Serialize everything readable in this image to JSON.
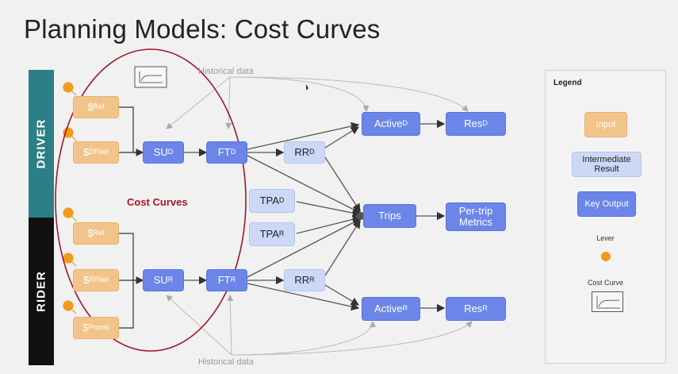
{
  "slide": {
    "title": "Planning Models: Cost Curves"
  },
  "bands": {
    "driver": "DRIVER",
    "rider": "RIDER"
  },
  "inputs": {
    "driver_ref": {
      "main": "$",
      "sub": "Ref"
    },
    "driver_dpaid": {
      "main": "$",
      "sub": "DPaid"
    },
    "rider_ref": {
      "main": "$",
      "sub": "Ref"
    },
    "rider_rpaid": {
      "main": "$",
      "sub": "RPaid"
    },
    "rider_promo": {
      "main": "$",
      "sub": "Promo"
    }
  },
  "nodes": {
    "su_d": {
      "main": "SU",
      "sub": "D"
    },
    "ft_d": {
      "main": "FT",
      "sub": "D"
    },
    "su_r": {
      "main": "SU",
      "sub": "R"
    },
    "ft_r": {
      "main": "FT",
      "sub": "R"
    },
    "rr_d": {
      "main": "RR",
      "sub": "D"
    },
    "rr_r": {
      "main": "RR",
      "sub": "R"
    },
    "tpa_d": {
      "main": "TPA",
      "sub": "D"
    },
    "tpa_r": {
      "main": "TPA",
      "sub": "R"
    },
    "active_d": {
      "main": "Active",
      "sub": "D"
    },
    "active_r": {
      "main": "Active",
      "sub": "R"
    },
    "res_d": {
      "main": "Res",
      "sub": "D"
    },
    "res_r": {
      "main": "Res",
      "sub": "R"
    },
    "trips": "Trips",
    "per_trip": "Per-trip Metrics"
  },
  "annotations": {
    "historical_top": "Historical data",
    "historical_bottom": "Historical data",
    "cost_curves": "Cost Curves"
  },
  "legend": {
    "title": "Legend",
    "input": "Input",
    "intermediate": "Intermediate Result",
    "key_output": "Key Output",
    "lever": "Lever",
    "cost_curve": "Cost Curve"
  },
  "colors": {
    "driver_band": "#2b7f86",
    "rider_band": "#111111",
    "input": "#f3c48a",
    "intermediate": "#ccd8f5",
    "key_output": "#6b86e8",
    "lever": "#f19a1d",
    "cost_curve_ellipse": "#a01828"
  }
}
